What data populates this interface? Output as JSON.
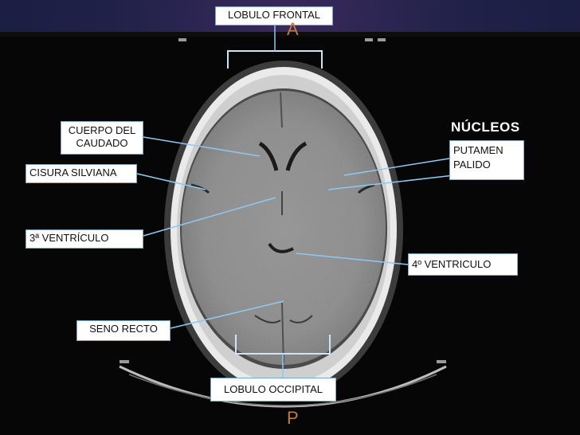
{
  "labels": {
    "frontal": "LOBULO FRONTAL",
    "cuerpo_line1": "CUERPO DEL",
    "cuerpo_line2": "CAUDADO",
    "cisura": "CISURA SILVIANA",
    "tercer": "3ª VENTRÍCULO",
    "seno": "SENO RECTO",
    "occipital": "LOBULO OCCIPITAL",
    "nucleos": "NÚCLEOS",
    "putamen": "PUTAMEN",
    "palido": "PALIDO",
    "cuarto": "4º VENTRICULO"
  },
  "orientation": {
    "anterior": "A",
    "posterior": "P"
  },
  "colors": {
    "background": "#1a1e3c",
    "label_border": "#7fa6c8",
    "pointer": "#8ec9f0",
    "orientation": "#c07a3a"
  }
}
